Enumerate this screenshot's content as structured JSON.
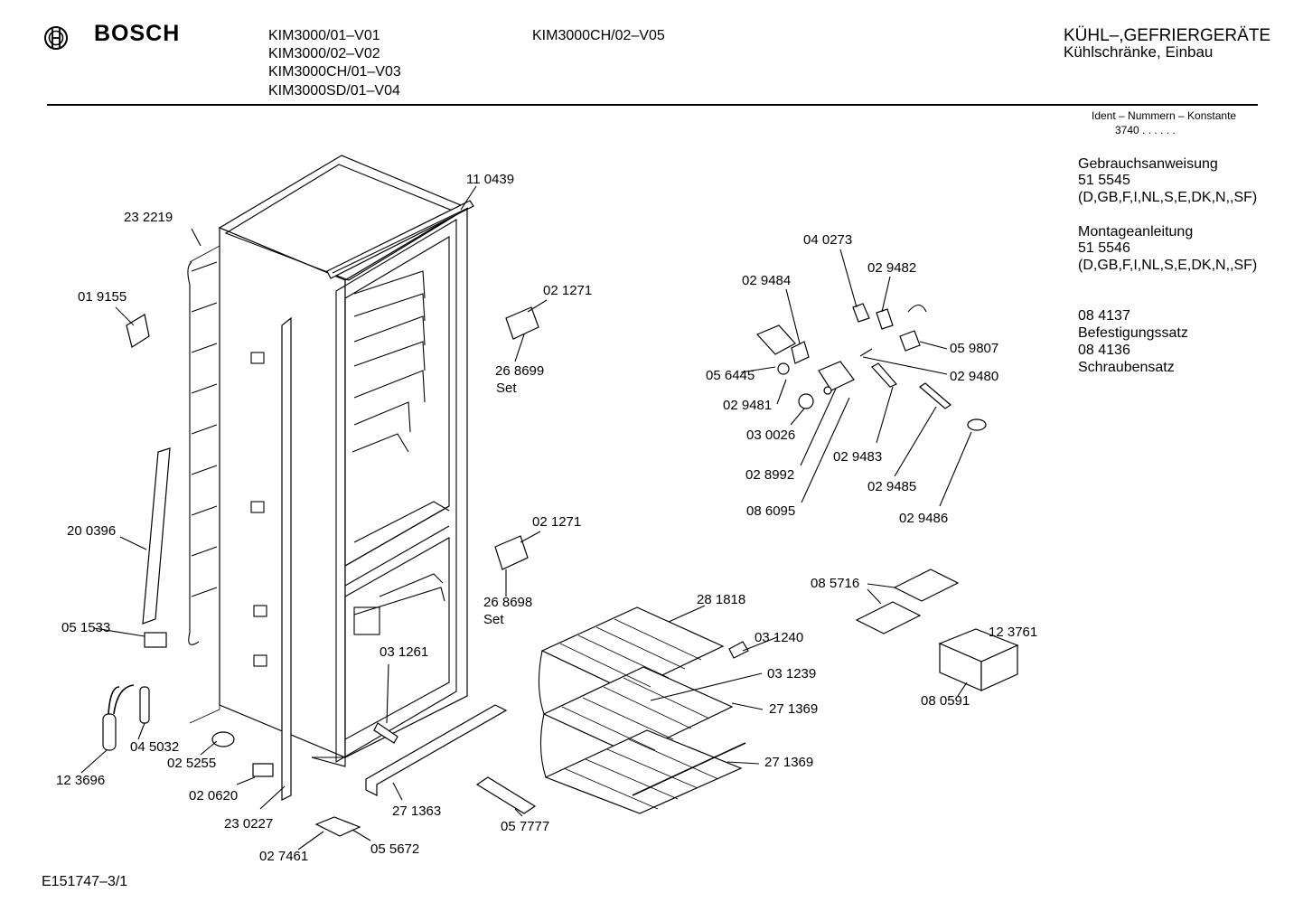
{
  "header": {
    "brand": "BOSCH",
    "models_col1": [
      "KIM3000/01–V01",
      "KIM3000/02–V02",
      "KIM3000CH/01–V03",
      "KIM3000SD/01–V04"
    ],
    "models_col2": [
      "KIM3000CH/02–V05"
    ],
    "category": "KÜHL–,GEFRIERGERÄTE",
    "subcategory": "Kühlschränke, Einbau"
  },
  "ident": {
    "label": "Ident – Nummern – Konstante",
    "value": "3740  .  .    .  .  .  ."
  },
  "info": {
    "manual_label": "Gebrauchsanweisung",
    "manual_no": "51 5545",
    "manual_langs": "(D,GB,F,I,NL,S,E,DK,N,,SF)",
    "mount_label": "Montageanleitung",
    "mount_no": "51 5546",
    "mount_langs": "(D,GB,F,I,NL,S,E,DK,N,,SF)",
    "fix_no": "08 4137",
    "fix_label": "Befestigungssatz",
    "screw_no": "08 4136",
    "screw_label": "Schraubensatz"
  },
  "parts": {
    "p110439": "11 0439",
    "p232219": "23 2219",
    "p019155": "01 9155",
    "p021271a": "02 1271",
    "p268699": "26 8699",
    "set1": "Set",
    "p021271b": "02 1271",
    "p268698": "26 8698",
    "set2": "Set",
    "p200396": "20 0396",
    "p051533": "05 1533",
    "p031261": "03 1261",
    "p281818": "28 1818",
    "p031240": "03 1240",
    "p031239": "03 1239",
    "p271369a": "27 1369",
    "p271369b": "27 1369",
    "p123696": "12 3696",
    "p045032": "04 5032",
    "p025255": "02 5255",
    "p020620": "02 0620",
    "p230227": "23 0227",
    "p271363": "27 1363",
    "p057777": "05 7777",
    "p027461": "02 7461",
    "p055672": "05 5672",
    "p040273": "04 0273",
    "p029484": "02 9484",
    "p029482": "02 9482",
    "p059807": "05 9807",
    "p056445": "05 6445",
    "p029480": "02 9480",
    "p029481": "02 9481",
    "p030026": "03 0026",
    "p029483": "02 9483",
    "p028992": "02 8992",
    "p029485": "02 9485",
    "p086095": "08 6095",
    "p029486": "02 9486",
    "p085716": "08 5716",
    "p123761": "12 3761",
    "p080591": "08 0591"
  },
  "footer": {
    "drawing_id": "E151747–3/1"
  }
}
